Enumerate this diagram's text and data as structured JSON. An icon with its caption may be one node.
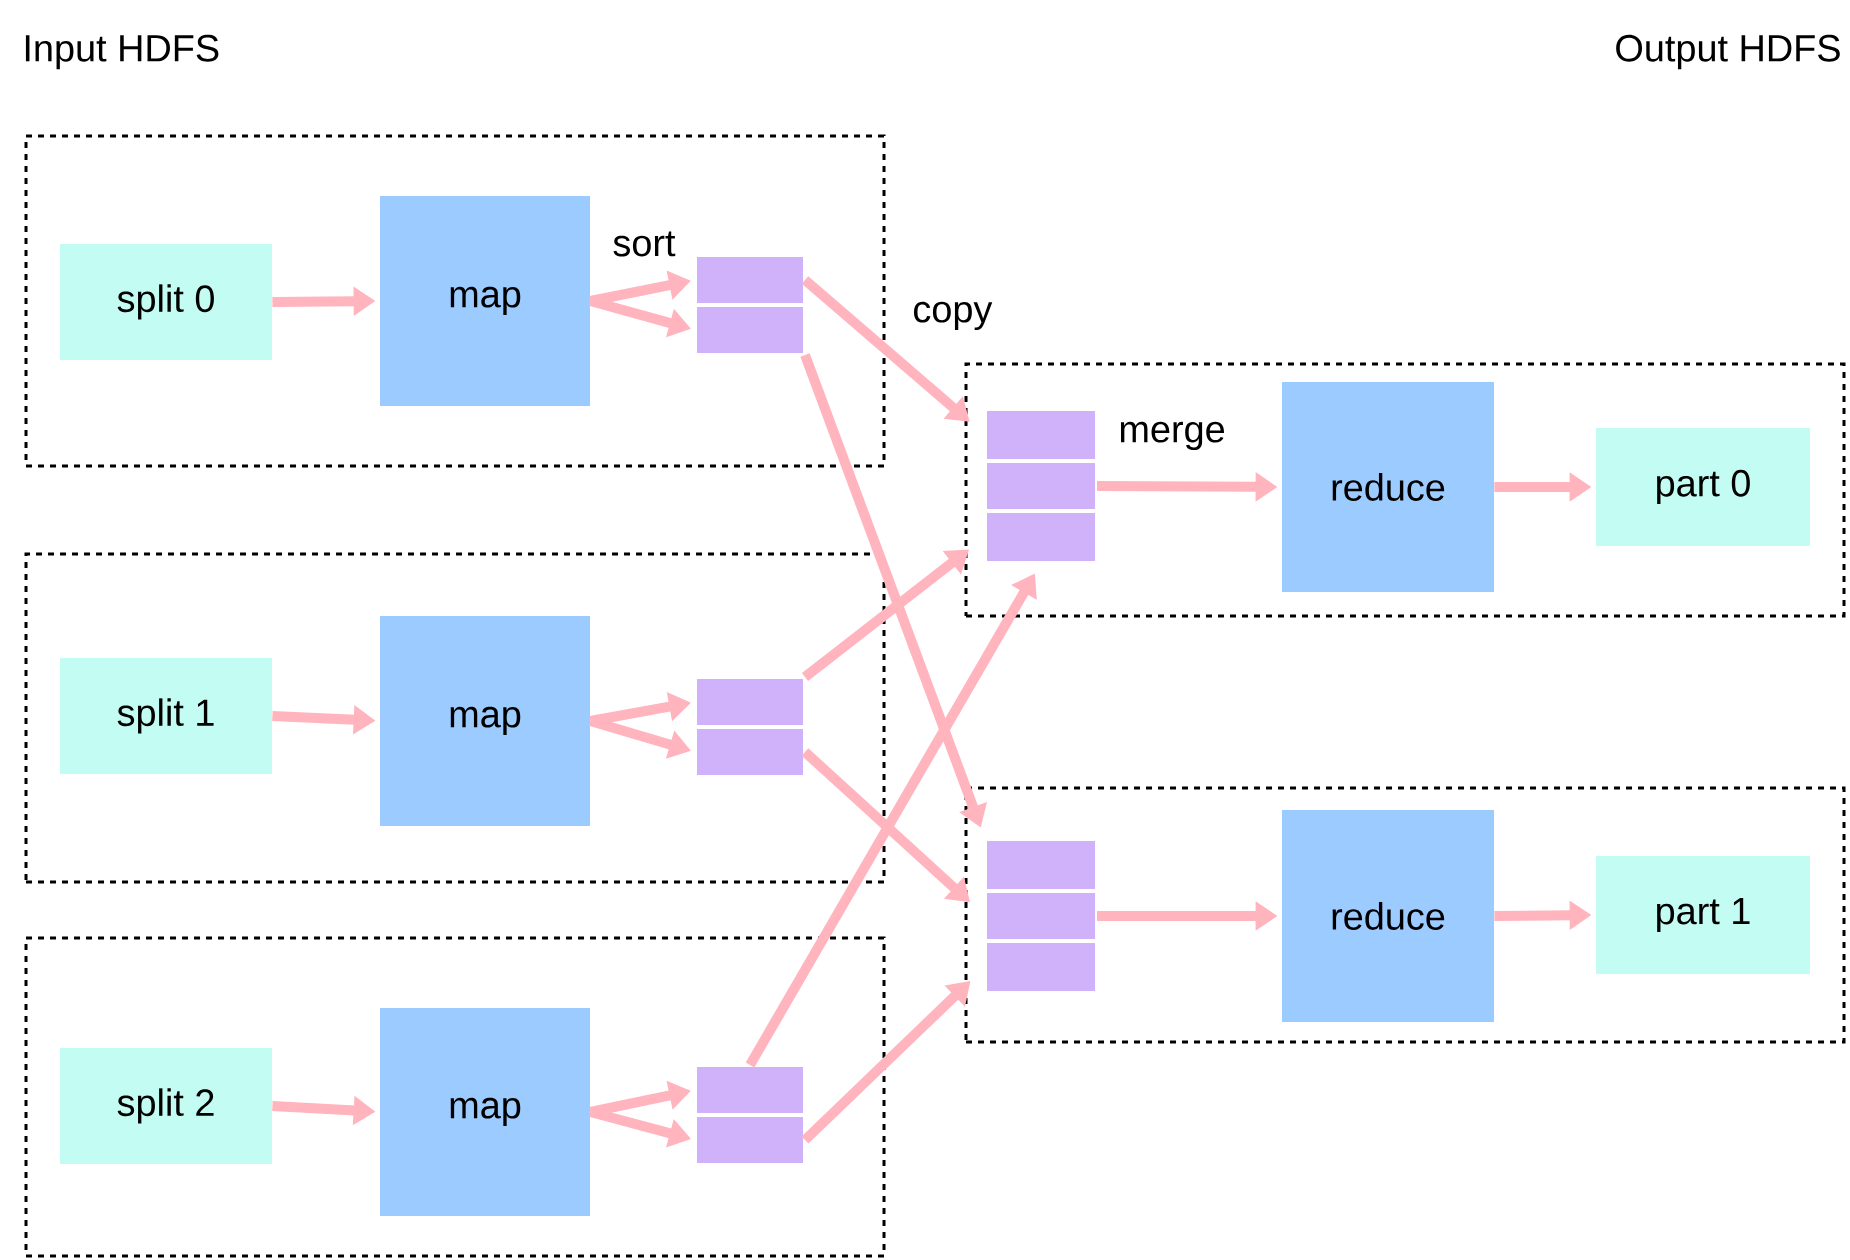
{
  "diagram": {
    "nodes": [
      {
        "text": [],
        "shape": "box"
      },
      {
        "text": [
          "split 0"
        ],
        "in": 0
      },
      {
        "text": [
          "map"
        ],
        "in": 0
      },
      {
        "text": [],
        "shape": "box",
        "in": 0
      },
      {
        "text": [],
        "shape": "box",
        "in": 0
      },
      {
        "text": [],
        "shape": "box"
      },
      {
        "text": [],
        "shape": "box",
        "in": 5
      },
      {
        "text": [],
        "shape": "box",
        "in": 5
      },
      {
        "text": [],
        "shape": "box",
        "in": 5
      },
      {
        "text": [
          "reduce"
        ],
        "in": 5
      },
      {
        "text": [
          "part 0"
        ],
        "in": 5
      },
      {
        "text": [],
        "shape": "box"
      },
      {
        "text": [
          "split 1"
        ],
        "in": 11
      },
      {
        "text": [
          "map"
        ],
        "in": 11
      },
      {
        "text": [],
        "shape": "box",
        "in": 11
      },
      {
        "text": [],
        "shape": "box",
        "in": 11
      },
      {
        "text": [],
        "shape": "box"
      },
      {
        "text": [],
        "shape": "box",
        "in": 16
      },
      {
        "text": [],
        "shape": "box",
        "in": 16
      },
      {
        "text": [],
        "shape": "box",
        "in": 16
      },
      {
        "text": [
          "reduce"
        ],
        "in": 16
      },
      {
        "text": [
          "part 1"
        ],
        "in": 16
      },
      {
        "text": [],
        "shape": "box"
      },
      {
        "text": [
          "split 2"
        ],
        "in": 22
      },
      {
        "text": [
          "map"
        ],
        "in": 22
      },
      {
        "text": [],
        "shape": "box",
        "in": 22
      },
      {
        "text": [],
        "shape": "box",
        "in": 22
      }
    ],
    "edges": [
      {
        "from": 1,
        "to": 2,
        "arrow": "to"
      },
      {
        "from": 2,
        "to": 3,
        "arrow": "to"
      },
      {
        "from": 2,
        "to": 4,
        "arrow": "to"
      },
      {
        "from": 3,
        "to": 6,
        "arrow": "to"
      },
      {
        "from": 4,
        "to": 17,
        "arrow": "to"
      },
      {
        "from": 7,
        "to": 9,
        "arrow": "to"
      },
      {
        "from": 9,
        "to": 10,
        "arrow": "to"
      },
      {
        "from": 12,
        "to": 13,
        "arrow": "to"
      },
      {
        "from": 13,
        "to": 14,
        "arrow": "to"
      },
      {
        "from": 13,
        "to": 15,
        "arrow": "to"
      },
      {
        "from": 14,
        "to": 8,
        "arrow": "to"
      },
      {
        "from": 15,
        "to": 18,
        "arrow": "to"
      },
      {
        "from": 18,
        "to": 20,
        "arrow": "to"
      },
      {
        "from": 20,
        "to": 21,
        "arrow": "to"
      },
      {
        "from": 23,
        "to": 24,
        "arrow": "to"
      },
      {
        "from": 24,
        "to": 25,
        "arrow": "to"
      },
      {
        "from": 24,
        "to": 26,
        "arrow": "to"
      },
      {
        "from": 25,
        "to": 8,
        "arrow": "to"
      },
      {
        "from": 26,
        "to": 19,
        "arrow": "to"
      }
    ],
    "labels": [
      "Input HDFS",
      "Output HDFS",
      "sort",
      "copy",
      "merge"
    ]
  }
}
